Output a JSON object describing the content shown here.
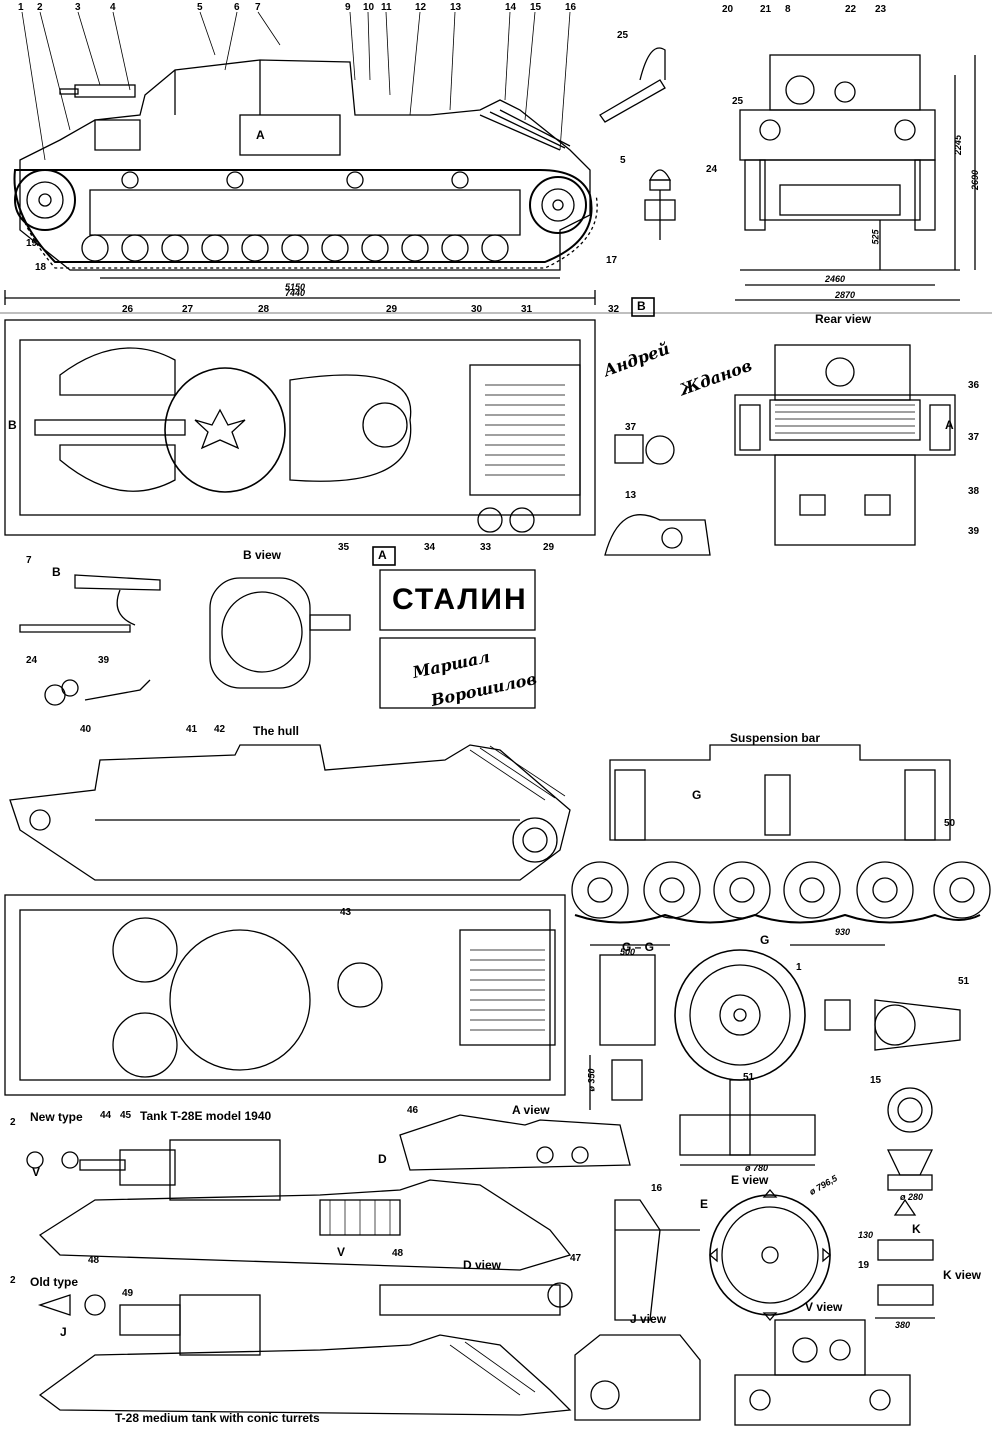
{
  "captions": {
    "b_view": "B view",
    "rear_view": "Rear view",
    "the_hull": "The hull",
    "suspension_bar": "Suspension bar",
    "tank_t28e": "Tank T-28E model 1940",
    "a_view": "A view",
    "d_view": "D view",
    "e_view": "E view",
    "j_view": "J view",
    "v_view": "V view",
    "k_view": "K view",
    "gg": "G – G",
    "new_type": "New type",
    "old_type": "Old type",
    "t28_conic": "T-28 medium tank with conic turrets"
  },
  "inscriptions": {
    "stalin": "СТАЛИН",
    "marshal": "Маршал",
    "voroshilov": "Ворошилов",
    "andrey": "Андрей",
    "zhdanov": "Жданов"
  },
  "letters": {
    "A": "A",
    "B": "B",
    "V": "V",
    "D": "D",
    "G": "G",
    "J": "J",
    "E": "E",
    "K": "K"
  },
  "dimensions": {
    "d5150": "5150",
    "d7440": "7440",
    "d2460": "2460",
    "d2870": "2870",
    "d525": "525",
    "d2245": "2245",
    "d2690": "2690",
    "d500": "500",
    "d930": "930",
    "d350": "ø 350",
    "d780": "ø 780",
    "d796": "ø 796,5",
    "d280": "ø 280",
    "d130": "130",
    "d380": "380"
  },
  "part_numbers": [
    "1",
    "2",
    "3",
    "4",
    "5",
    "6",
    "7",
    "8",
    "9",
    "10",
    "11",
    "12",
    "13",
    "14",
    "15",
    "16",
    "17",
    "18",
    "19",
    "20",
    "21",
    "22",
    "23",
    "24",
    "25",
    "26",
    "27",
    "28",
    "29",
    "30",
    "31",
    "32",
    "33",
    "34",
    "35",
    "36",
    "37",
    "38",
    "39",
    "40",
    "41",
    "42",
    "43",
    "44",
    "45",
    "46",
    "47",
    "48",
    "49",
    "50",
    "51"
  ]
}
